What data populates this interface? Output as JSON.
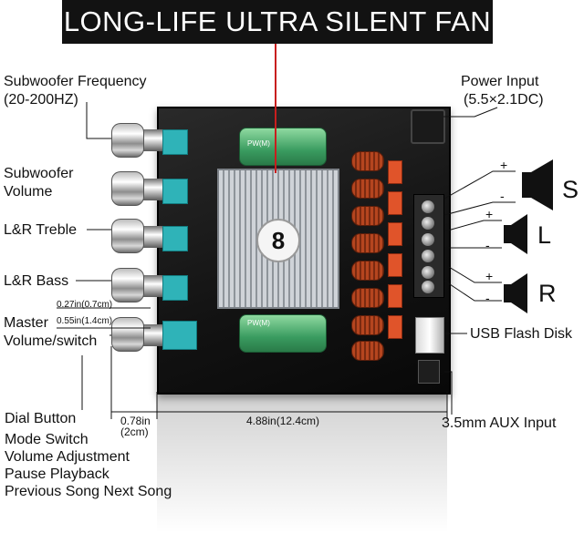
{
  "banner": {
    "title": "LONG-LIFE ULTRA SILENT FAN"
  },
  "labels": {
    "subwoofer_frequency_line1": "Subwoofer Frequency",
    "subwoofer_frequency_line2": "(20-200HZ)",
    "subwoofer_volume_line1": "Subwoofer",
    "subwoofer_volume_line2": "Volume",
    "lr_treble": "L&R Treble",
    "lr_bass": "L&R Bass",
    "master_line1": "Master",
    "master_line2": "Volume/switch",
    "power_input_line1": "Power Input",
    "power_input_line2": "(5.5×2.1DC)",
    "usb_flash_disk": "USB Flash Disk",
    "aux_input": "3.5mm AUX Input",
    "dial_button": "Dial Button",
    "dial_functions": [
      "Mode Switch",
      "Volume Adjustment",
      "Pause Playback",
      "Previous Song Next Song"
    ]
  },
  "dimensions": {
    "spacing_small": "0.27in(0.7cm)",
    "spacing_medium": "0.55in(1.4cm)",
    "width_left_line1": "0.78in",
    "width_left_line2": "(2cm)",
    "width_main": "4.88in(12.4cm)"
  },
  "speakers": {
    "subwoofer_letter": "S",
    "left_letter": "L",
    "right_letter": "R",
    "plus": "+",
    "minus": "-"
  },
  "board": {
    "cap_label": "PW(M)",
    "hub_glyph": "8"
  },
  "colors": {
    "banner_bg": "#121212",
    "board": "#1a1a1a",
    "pot_teal": "#2fb3b8",
    "inductor": "#b5451f",
    "cap_red": "#e0542a"
  },
  "icons": [
    "speaker-icon",
    "usb-icon",
    "fan-icon"
  ]
}
